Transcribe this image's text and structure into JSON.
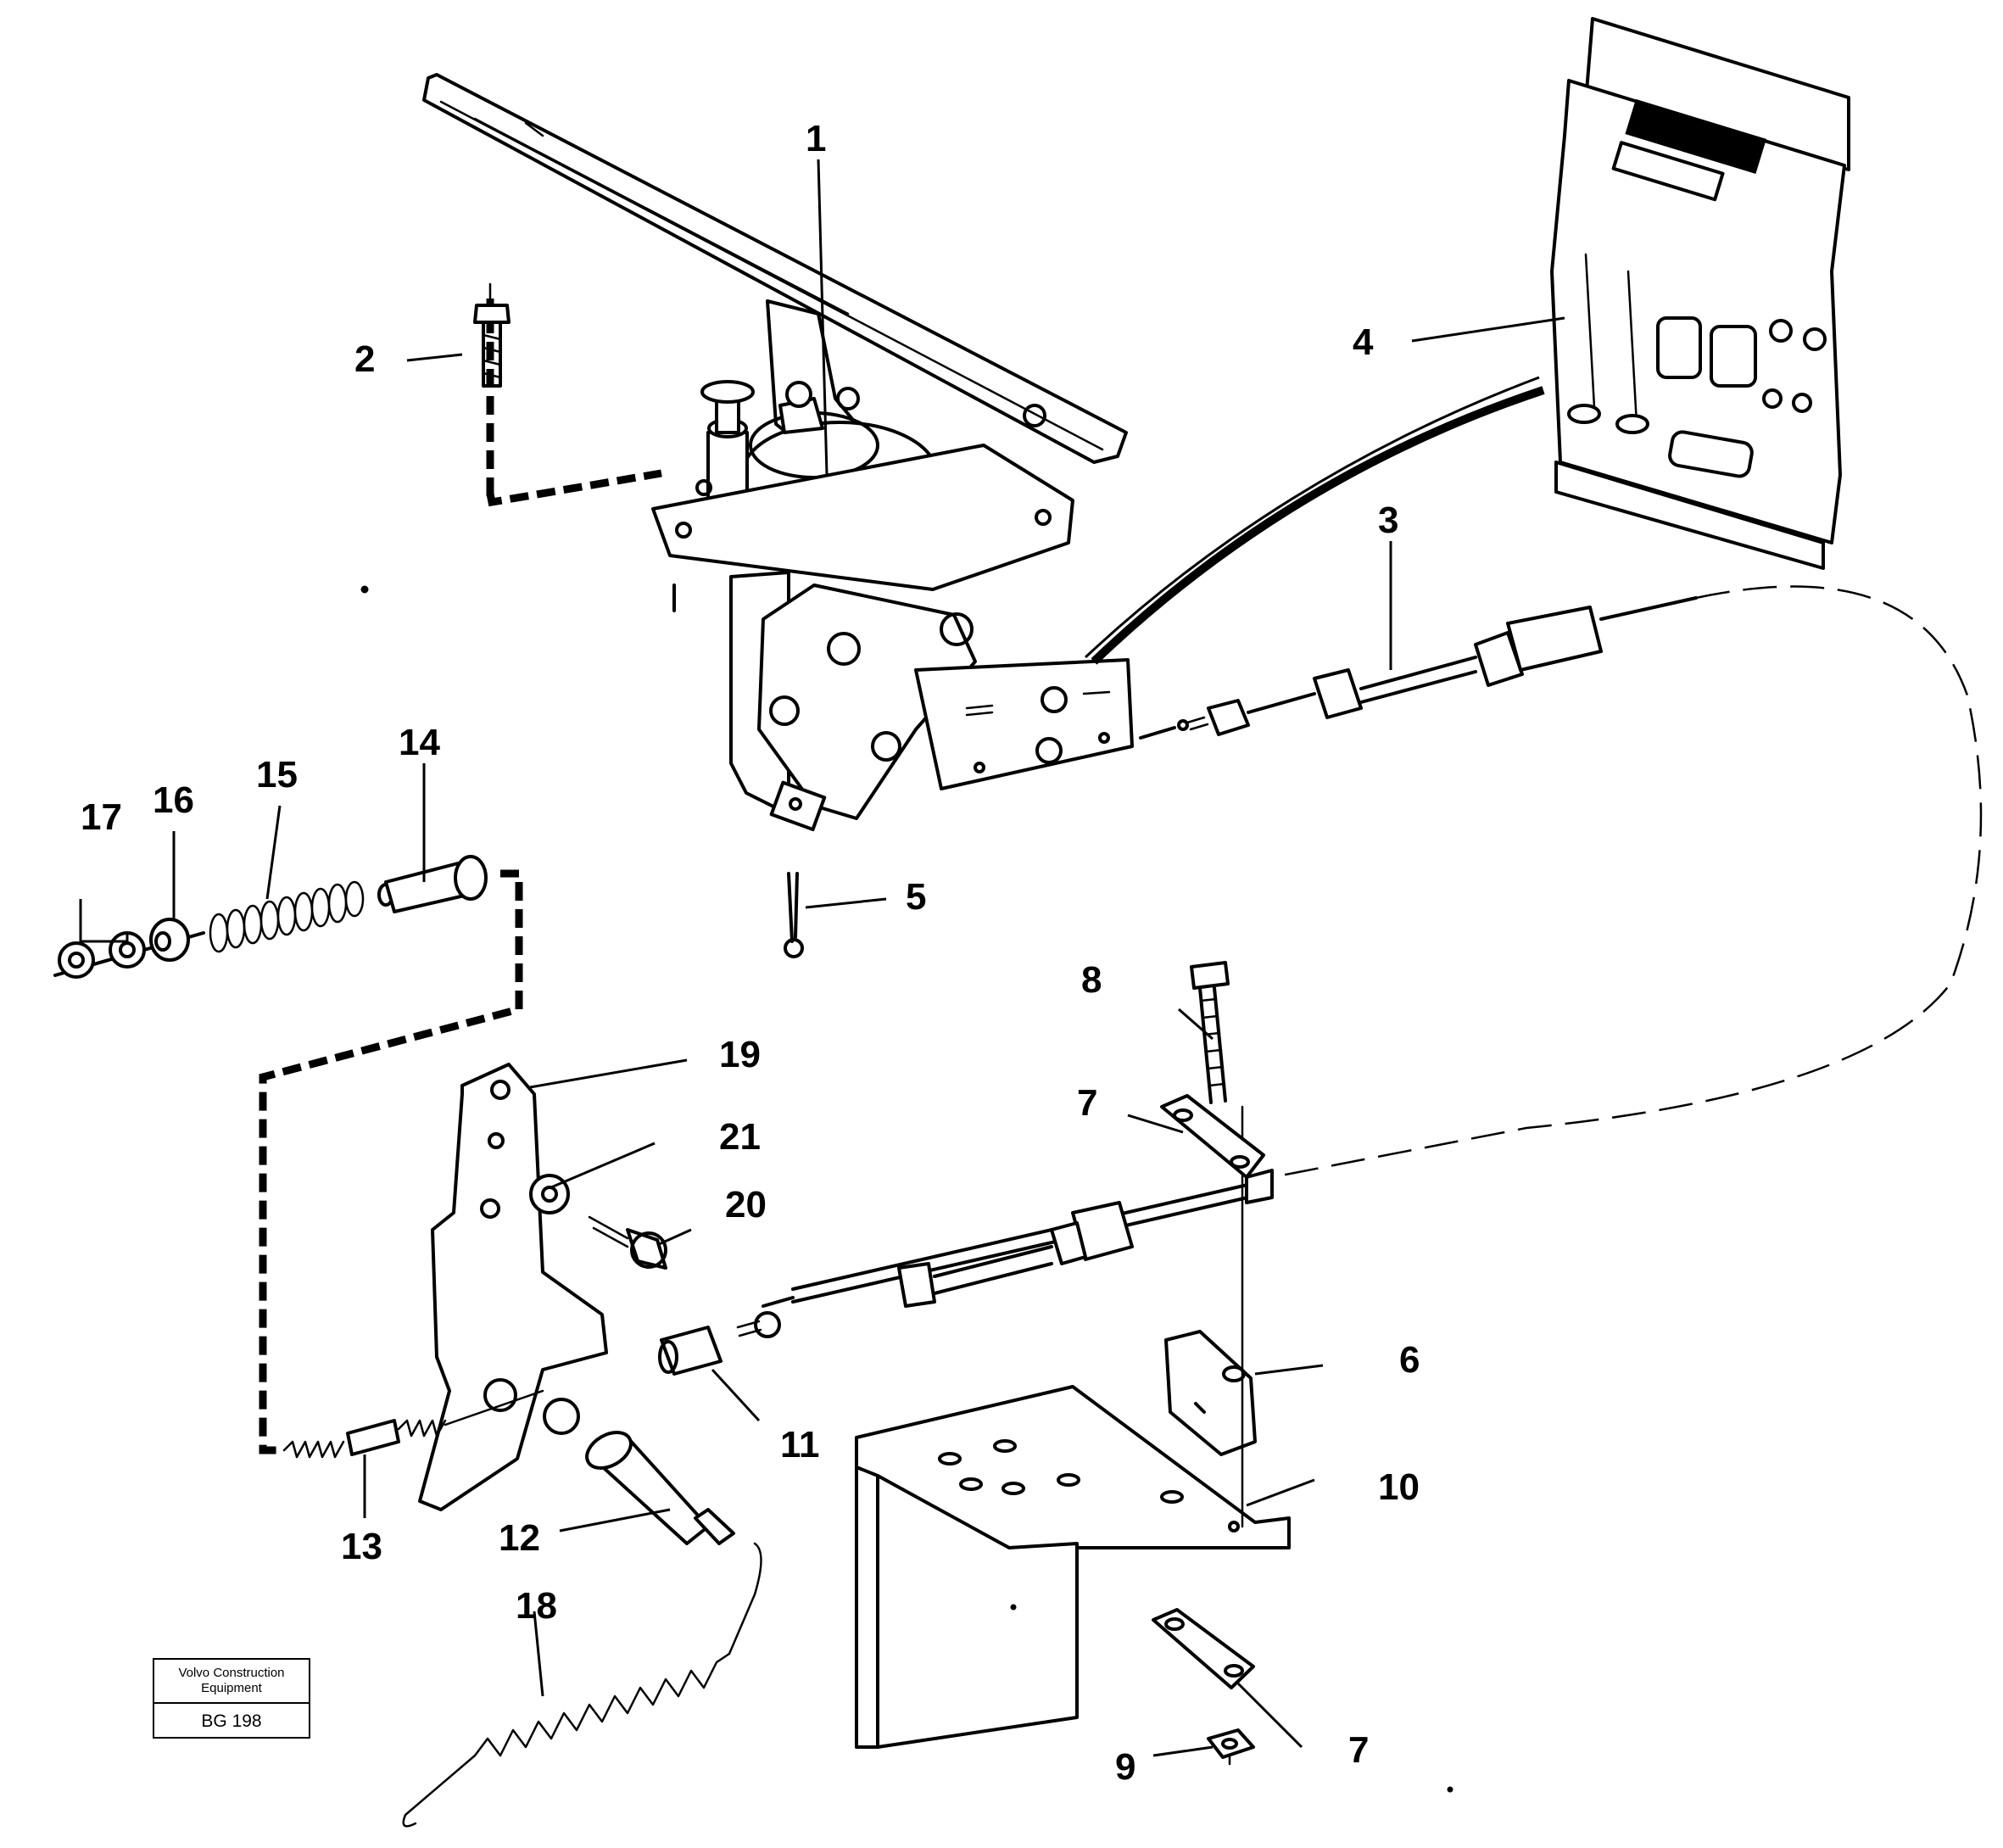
{
  "callouts": {
    "c1": "1",
    "c2": "2",
    "c3": "3",
    "c4": "4",
    "c5": "5",
    "c6": "6",
    "c7a": "7",
    "c7b": "7",
    "c8": "8",
    "c9": "9",
    "c10": "10",
    "c11": "11",
    "c12": "12",
    "c13": "13",
    "c14": "14",
    "c15": "15",
    "c16": "16",
    "c17": "17",
    "c18": "18",
    "c19": "19",
    "c20": "20",
    "c21": "21"
  },
  "title_block": {
    "company_line1": "Volvo Construction",
    "company_line2": "Equipment",
    "code": "BG 198"
  }
}
